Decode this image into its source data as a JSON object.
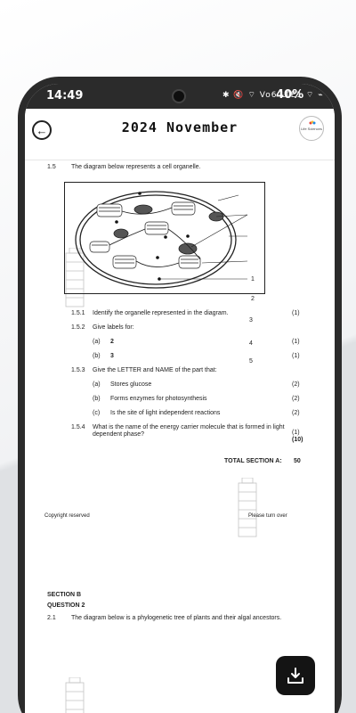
{
  "status_bar": {
    "time": "14:49",
    "icons": "✱ 🔇 ⌔ Vo6 LTE1 ⌔ ⌁",
    "battery": "40%"
  },
  "app_bar": {
    "title": "2024 November",
    "logo_text": "Life Sciences"
  },
  "question_1_5": {
    "number": "1.5",
    "stem": "The diagram below represents a cell organelle.",
    "diagram_labels": [
      "1",
      "2",
      "3",
      "4",
      "5"
    ],
    "sub": [
      {
        "num": "1.5.1",
        "text": "Identify the organelle represented in the diagram.",
        "mark": "(1)"
      },
      {
        "num": "1.5.2",
        "text": "Give labels for:",
        "mark": ""
      },
      {
        "num": "(a)",
        "text": "2",
        "mark": "(1)"
      },
      {
        "num": "(b)",
        "text": "3",
        "mark": "(1)"
      },
      {
        "num": "1.5.3",
        "text": "Give the LETTER and NAME of the part that:",
        "mark": ""
      },
      {
        "num": "(a)",
        "text": "Stores glucose",
        "mark": "(2)"
      },
      {
        "num": "(b)",
        "text": "Forms enzymes for photosynthesis",
        "mark": "(2)"
      },
      {
        "num": "(c)",
        "text": "Is the site of light independent reactions",
        "mark": "(2)"
      },
      {
        "num": "1.5.4",
        "text": "What is the name of the energy carrier molecule that is formed in light",
        "text2": "dependent phase?",
        "mark": "(1)",
        "total": "(10)"
      }
    ],
    "total_label": "TOTAL SECTION A:",
    "total_value": "50"
  },
  "footer": {
    "left": "Copyright reserved",
    "right": "Please turn over"
  },
  "section_b": {
    "heading": "SECTION B",
    "question": "QUESTION 2",
    "q_num": "2.1",
    "q_text": "The diagram below is a phylogenetic tree of plants and their algal ancestors."
  },
  "icons": {
    "back": "arrow-left-icon",
    "download": "download-icon"
  }
}
